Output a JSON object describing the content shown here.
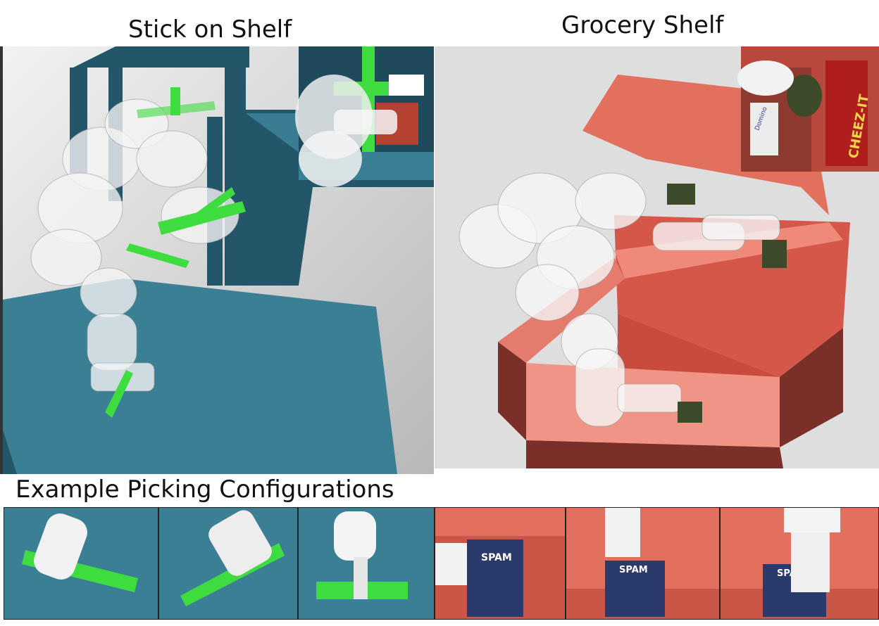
{
  "titles": {
    "stick_on_shelf": "Stick on Shelf",
    "grocery_shelf": "Grocery Shelf",
    "example_picking": "Example Picking Configurations"
  },
  "labels": {
    "cheezit_brand": "CHEEZ-IT",
    "domino_brand": "Domino",
    "spam_brand": "SPAM"
  },
  "colors": {
    "stick_bg_wall": "#cfcfcf",
    "stick_table": "#3b7f95",
    "stick_shelf": "#24566a",
    "stick_green": "#3fdc3f",
    "grocery_bg": "#dedede",
    "grocery_shelf": "#e2705f",
    "grocery_shelf_dark": "#7a2f28",
    "robot_white": "#f2f2f2",
    "can_dark": "#3c4a2a"
  }
}
